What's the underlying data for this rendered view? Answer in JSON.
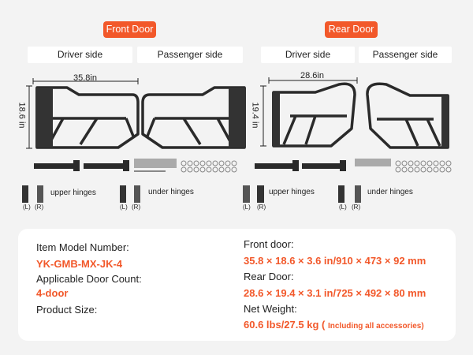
{
  "front": {
    "badge": "Front Door",
    "driver": "Driver side",
    "passenger": "Passenger side",
    "width": "35.8in",
    "height": "18.6 in"
  },
  "rear": {
    "badge": "Rear Door",
    "driver": "Driver side",
    "passenger": "Passenger side",
    "width": "28.6in",
    "height": "19.4 in"
  },
  "hinges": {
    "upper": "upper hinges",
    "under": "under hinges",
    "left": "(L)",
    "right": "(R)"
  },
  "specs": {
    "model_label": "Item Model Number:",
    "model_value": "YK-GMB-MX-JK-4",
    "count_label": "Applicable Door Count:",
    "count_value": "4-door",
    "size_label": "Product Size:",
    "front_label": "Front door:",
    "front_value": "35.8 × 18.6 × 3.6 in/910 × 473 × 92 mm",
    "rear_label": "Rear Door:",
    "rear_value": "28.6 × 19.4 × 3.1 in/725 × 492 × 80 mm",
    "weight_label": "Net Weight:",
    "weight_value": "60.6 lbs/27.5 kg (",
    "weight_note": "Including all accessories)"
  },
  "colors": {
    "accent": "#f2582a"
  }
}
